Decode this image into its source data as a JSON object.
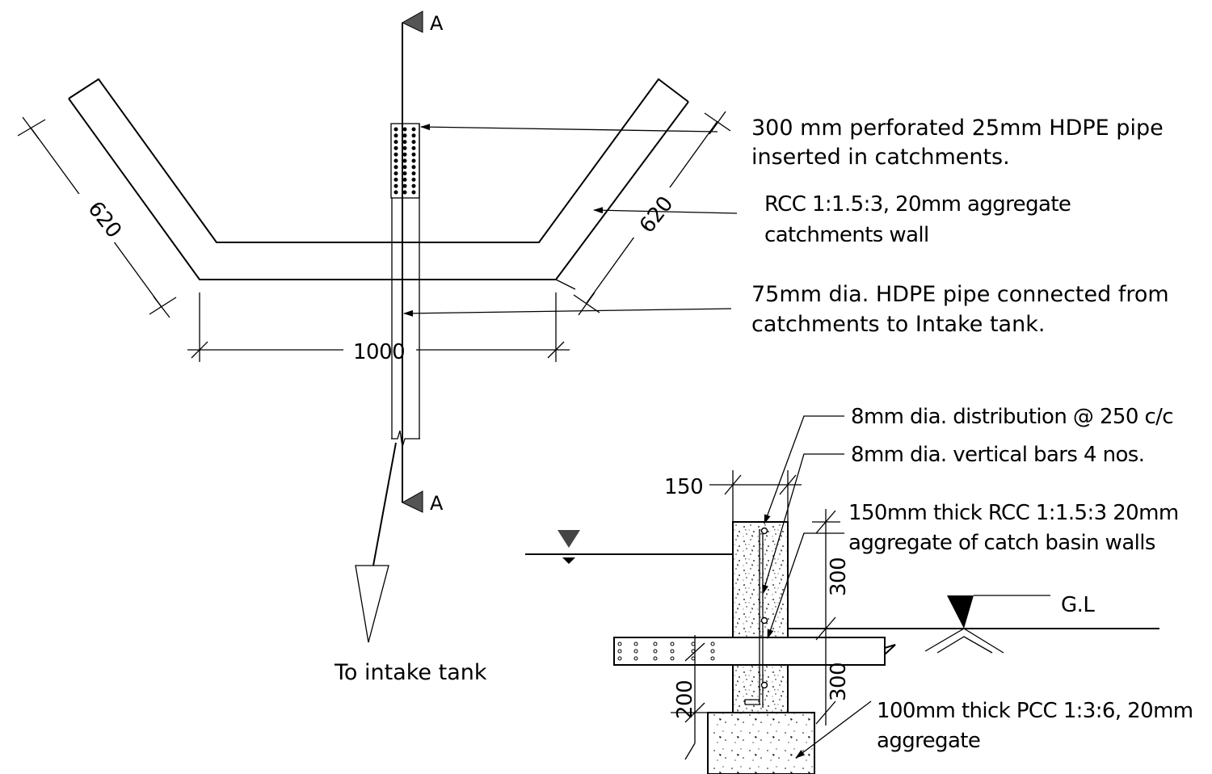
{
  "plan": {
    "section_marker_top": "A",
    "section_marker_bottom": "A",
    "dim_left_wing": "620",
    "dim_right_wing": "620",
    "dim_width": "1000",
    "to_intake_label": "To intake tank"
  },
  "notes": {
    "perforated_pipe_line1": "300 mm perforated 25mm HDPE pipe",
    "perforated_pipe_line2": "inserted in catchments.",
    "rcc_wall_line1": "RCC 1:1.5:3, 20mm aggregate",
    "rcc_wall_line2": "catchments wall",
    "hdpe_75_line1": "75mm dia. HDPE pipe connected from",
    "hdpe_75_line2": "catchments to Intake tank."
  },
  "section": {
    "distribution_bars": "8mm dia. distribution @ 250 c/c",
    "vertical_bars": "8mm dia. vertical bars 4 nos.",
    "rcc_basin_line1": "150mm thick RCC 1:1.5:3 20mm",
    "rcc_basin_line2": "aggregate of catch basin walls",
    "ground_level": "G.L",
    "pcc_line1": "100mm thick PCC 1:3:6, 20mm",
    "pcc_line2": "aggregate",
    "dim_150": "150",
    "dim_300_upper": "300",
    "dim_300_lower": "300",
    "dim_200": "200"
  },
  "colors": {
    "line": "#000000",
    "background": "#ffffff",
    "section_marker_fill": "#555555"
  }
}
